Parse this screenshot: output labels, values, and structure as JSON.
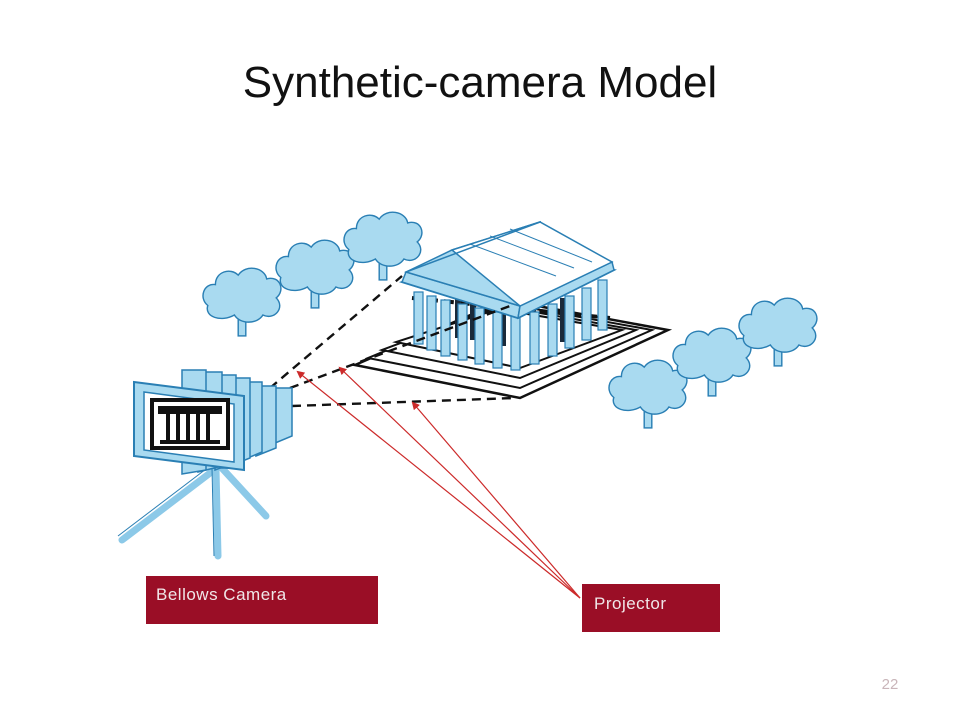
{
  "slide": {
    "title": "Synthetic-camera Model",
    "page_number": "22"
  },
  "labels": {
    "camera": "Bellows Camera",
    "projector": "Projector"
  },
  "colors": {
    "label_fill": "#9a0e26",
    "label_text": "#f0e6e8",
    "scene_blue": "#a9daf0",
    "scene_stroke": "#2a7fb4",
    "projector_line": "#cc2a2a"
  },
  "icons": {
    "tree": "tree-icon",
    "temple": "temple-icon",
    "camera": "bellows-camera-icon"
  }
}
